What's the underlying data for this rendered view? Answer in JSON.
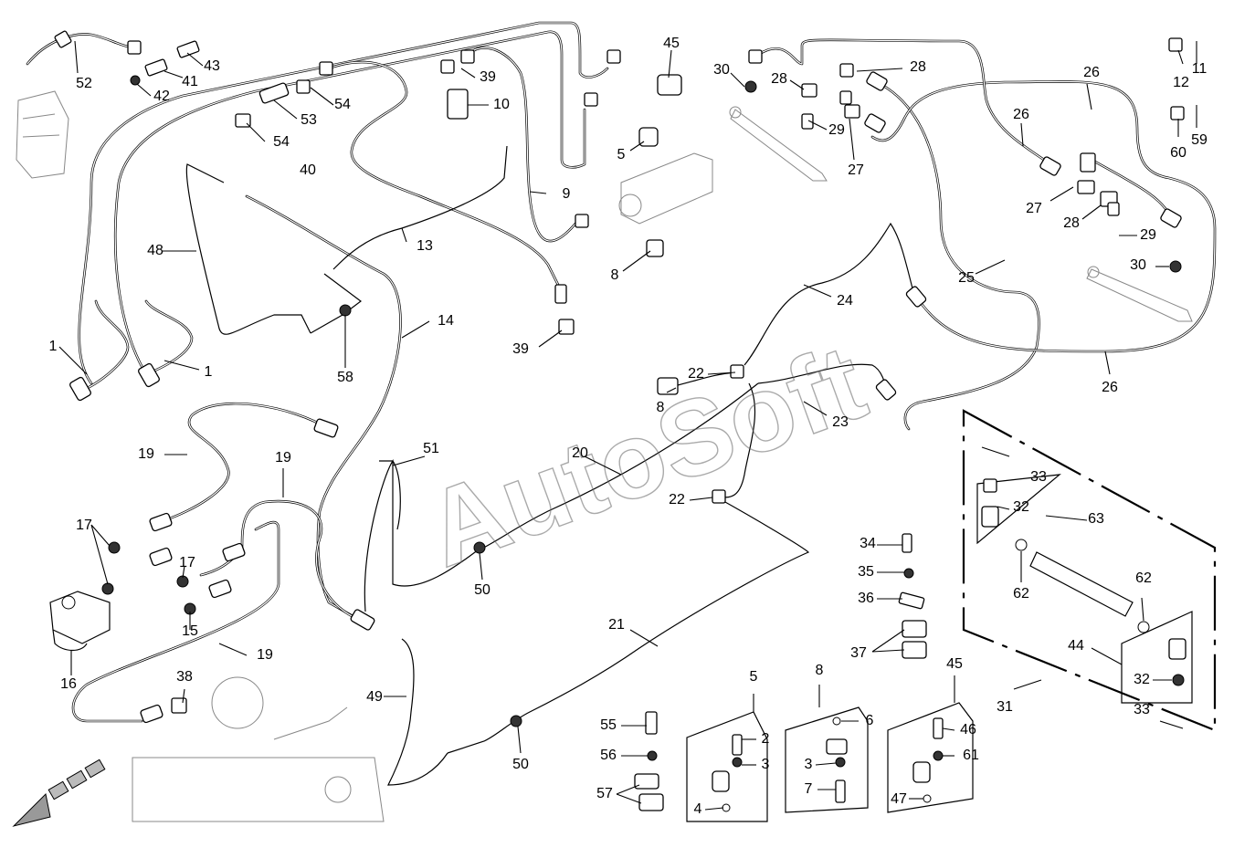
{
  "watermark": "AutoSoft",
  "callouts": {
    "c1a": "1",
    "c1b": "1",
    "c2": "2",
    "c3a": "3",
    "c3b": "3",
    "c4": "4",
    "c5a": "5",
    "c5b": "5",
    "c6": "6",
    "c7": "7",
    "c8a": "8",
    "c8b": "8",
    "c8c": "8",
    "c9": "9",
    "c10": "10",
    "c11": "11",
    "c12": "12",
    "c13": "13",
    "c14": "14",
    "c15": "15",
    "c16": "16",
    "c17a": "17",
    "c17b": "17",
    "c19a": "19",
    "c19b": "19",
    "c19c": "19",
    "c20": "20",
    "c21": "21",
    "c22a": "22",
    "c22b": "22",
    "c23": "23",
    "c24": "24",
    "c25": "25",
    "c26a": "26",
    "c26b": "26",
    "c26c": "26",
    "c27a": "27",
    "c27b": "27",
    "c28a": "28",
    "c28b": "28",
    "c28c": "28",
    "c29a": "29",
    "c29b": "29",
    "c30a": "30",
    "c30b": "30",
    "c31": "31",
    "c32a": "32",
    "c32b": "32",
    "c33a": "33",
    "c33b": "33",
    "c34": "34",
    "c35": "35",
    "c36": "36",
    "c37": "37",
    "c38": "38",
    "c39a": "39",
    "c39b": "39",
    "c40": "40",
    "c41": "41",
    "c42": "42",
    "c43": "43",
    "c44": "44",
    "c45a": "45",
    "c45b": "45",
    "c46": "46",
    "c47": "47",
    "c48": "48",
    "c49": "49",
    "c50a": "50",
    "c50b": "50",
    "c51": "51",
    "c52": "52",
    "c53": "53",
    "c54a": "54",
    "c54b": "54",
    "c55": "55",
    "c56": "56",
    "c57": "57",
    "c58": "58",
    "c59": "59",
    "c60": "60",
    "c61": "61",
    "c62a": "62",
    "c62b": "62",
    "c63": "63"
  }
}
